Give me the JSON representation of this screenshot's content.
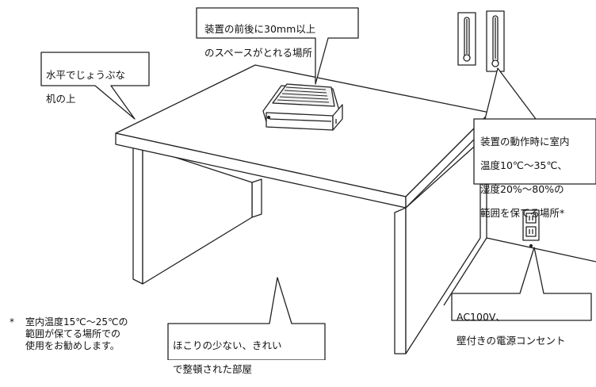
{
  "callouts": {
    "top": [
      "装置の前後に30mm以上",
      "のスペースがとれる場所"
    ],
    "left": [
      "水平でじょうぶな",
      "机の上"
    ],
    "right": [
      "装置の動作時に室内",
      "温度10℃～35℃、",
      "湿度20%～80%の",
      "範囲を保てる場所*"
    ],
    "ac": [
      "AC100V、",
      "壁付きの電源コンセント"
    ],
    "floor": [
      "ほこりの少ない、きれい",
      "で整頓された部屋"
    ]
  },
  "footnote": {
    "mark": "*",
    "lines": [
      "室内温度15℃～25℃の",
      "範囲が保てる場所での",
      "使用をお勧めします。"
    ]
  }
}
